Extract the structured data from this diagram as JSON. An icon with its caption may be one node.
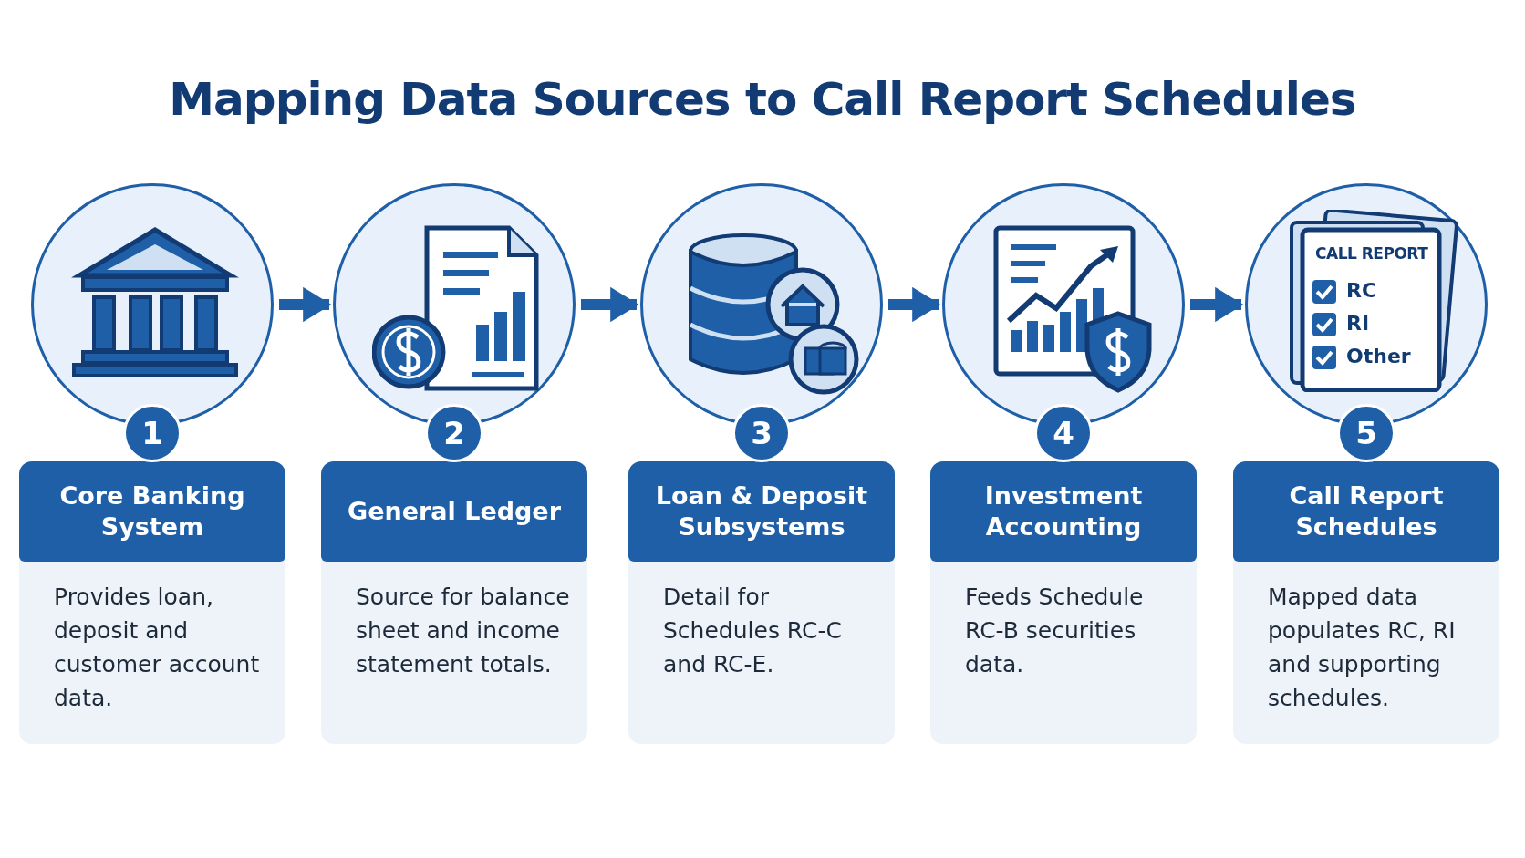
{
  "diagram": {
    "title": "Mapping Data Sources to Call Report Schedules",
    "nodes": [
      {
        "text": [],
        "shape": "circle"
      },
      {
        "text": [
          "1"
        ]
      },
      {
        "text": [
          "Core Banking System",
          "Provides loan, deposit and customer account data."
        ]
      },
      {
        "text": [],
        "shape": "circle"
      },
      {
        "text": [
          "2"
        ]
      },
      {
        "text": [
          "General Ledger",
          "Source for balance sheet and income statement totals."
        ]
      },
      {
        "text": [],
        "shape": "circle"
      },
      {
        "text": [
          "3"
        ]
      },
      {
        "text": [
          "Loan & Deposit Subsystems",
          "Detail for Schedules RC-C and RC-E."
        ]
      },
      {
        "text": [],
        "shape": "circle"
      },
      {
        "text": [
          "4"
        ]
      },
      {
        "text": [
          "Investment Accounting",
          "Feeds Schedule RC-B securities data."
        ]
      },
      {
        "text": [],
        "shape": "circle"
      },
      {
        "text": [
          "5"
        ]
      },
      {
        "text": [
          "Call Report Schedules",
          "Mapped data populates RC, RI and supporting schedules."
        ]
      }
    ],
    "edges": [
      {
        "from": 0,
        "to": 3,
        "arrow": "to"
      },
      {
        "from": 3,
        "to": 6,
        "arrow": "to"
      },
      {
        "from": 6,
        "to": 9,
        "arrow": "to"
      },
      {
        "from": 9,
        "to": 12,
        "arrow": "to"
      }
    ],
    "labels": [
      "CALL REPORT",
      "RC",
      "RI",
      "Other"
    ]
  }
}
